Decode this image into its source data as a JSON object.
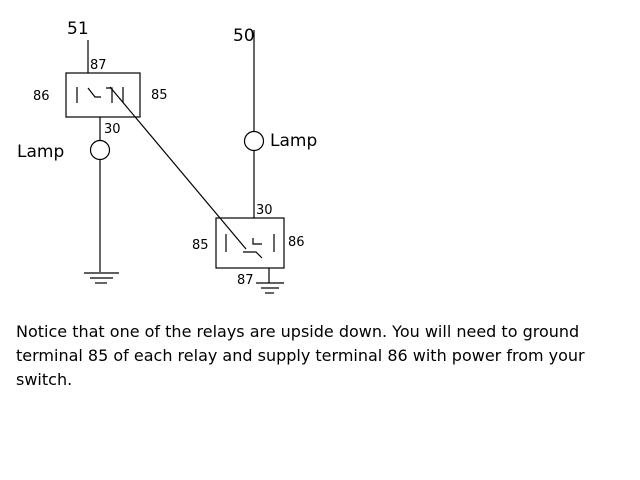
{
  "diagram": {
    "left_relay": {
      "supply_label": "51",
      "pin_top": "87",
      "pin_left": "86",
      "pin_right": "85",
      "pin_bottom": "30",
      "lamp_label": "Lamp"
    },
    "right_relay": {
      "supply_label": "50",
      "lamp_label": "Lamp",
      "pin_top": "30",
      "pin_left": "85",
      "pin_right": "86",
      "pin_bottom": "87"
    }
  },
  "note": "Notice that one of the relays are upside down.  You will need to ground terminal 85 of each relay and supply terminal 86 with power from your switch."
}
